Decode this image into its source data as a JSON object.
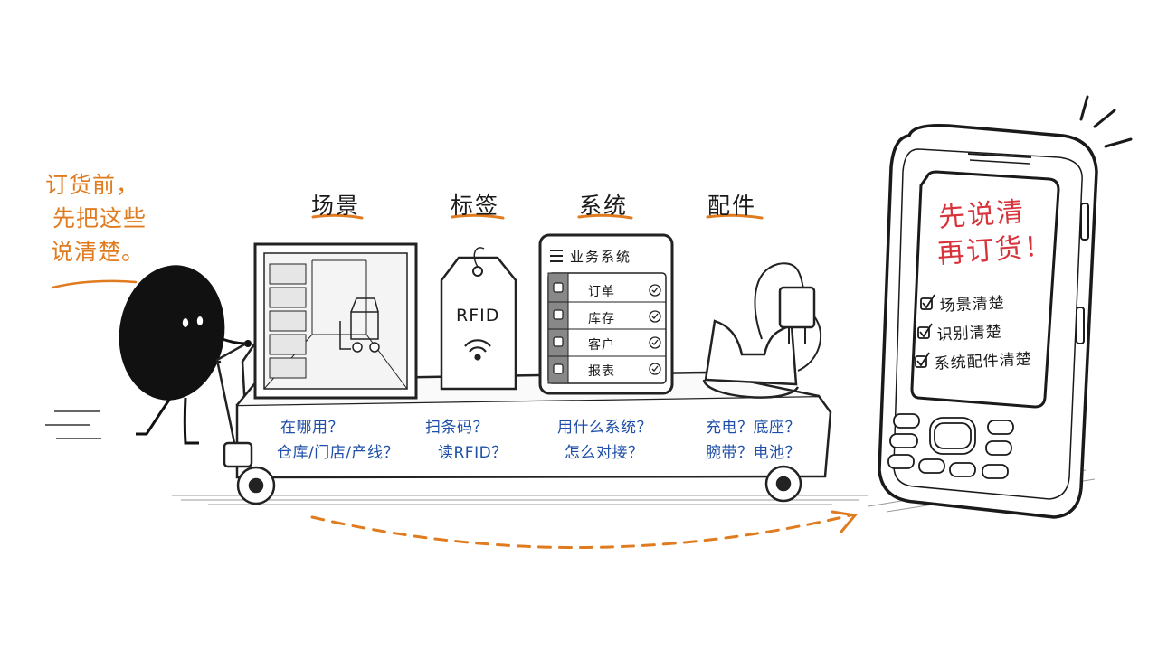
{
  "intro": [
    "订货前，",
    "先把这些",
    "说清楚。"
  ],
  "categories": [
    {
      "title": "场景",
      "questions": [
        "在哪用？",
        "仓库/门店/产线？"
      ]
    },
    {
      "title": "标签",
      "questions": [
        "扫条码？",
        "读RFID？"
      ]
    },
    {
      "title": "系统",
      "questions": [
        "用什么系统？",
        "怎么对接？"
      ]
    },
    {
      "title": "配件",
      "questions": [
        "充电？底座？",
        "腕带？电池？"
      ]
    }
  ],
  "tag": {
    "label": "RFID"
  },
  "system_panel": {
    "title": "业务系统",
    "items": [
      "订单",
      "库存",
      "客户",
      "报表"
    ]
  },
  "phone": {
    "headline": [
      "先说清",
      "再订货！"
    ],
    "checklist": [
      "场景清楚",
      "识别清楚",
      "系统配件清楚"
    ]
  },
  "colors": {
    "accent": "#e07b1f",
    "question_text": "#1f4fa8",
    "headline": "#d8323a",
    "ink": "#1a1a1a"
  }
}
